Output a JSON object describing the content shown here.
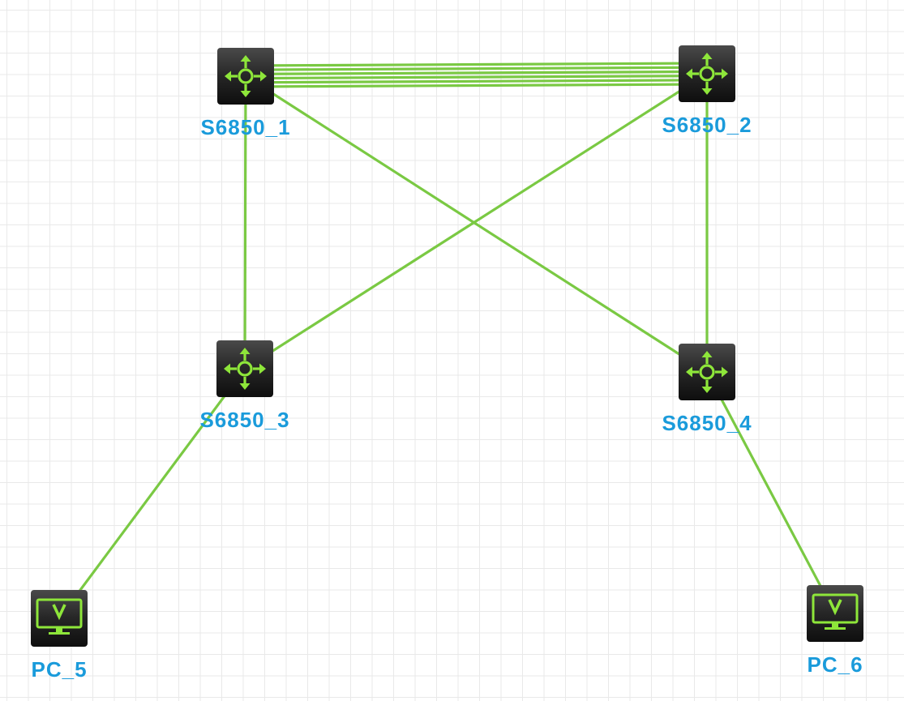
{
  "colors": {
    "link": "#7ac943",
    "label": "#1a9bdb",
    "icon_glyph": "#8ee63a"
  },
  "nodes": {
    "s1": {
      "label": "S6850_1",
      "icon": "switch-icon"
    },
    "s2": {
      "label": "S6850_2",
      "icon": "switch-icon"
    },
    "s3": {
      "label": "S6850_3",
      "icon": "switch-icon"
    },
    "s4": {
      "label": "S6850_4",
      "icon": "switch-icon"
    },
    "pc5": {
      "label": "PC_5",
      "icon": "pc-icon"
    },
    "pc6": {
      "label": "PC_6",
      "icon": "pc-icon"
    }
  },
  "links": [
    {
      "from": "s1",
      "to": "s2",
      "count": 6
    },
    {
      "from": "s1",
      "to": "s3",
      "count": 1
    },
    {
      "from": "s1",
      "to": "s4",
      "count": 1
    },
    {
      "from": "s2",
      "to": "s3",
      "count": 1
    },
    {
      "from": "s2",
      "to": "s4",
      "count": 1
    },
    {
      "from": "s3",
      "to": "pc5",
      "count": 1
    },
    {
      "from": "s4",
      "to": "pc6",
      "count": 1
    }
  ]
}
